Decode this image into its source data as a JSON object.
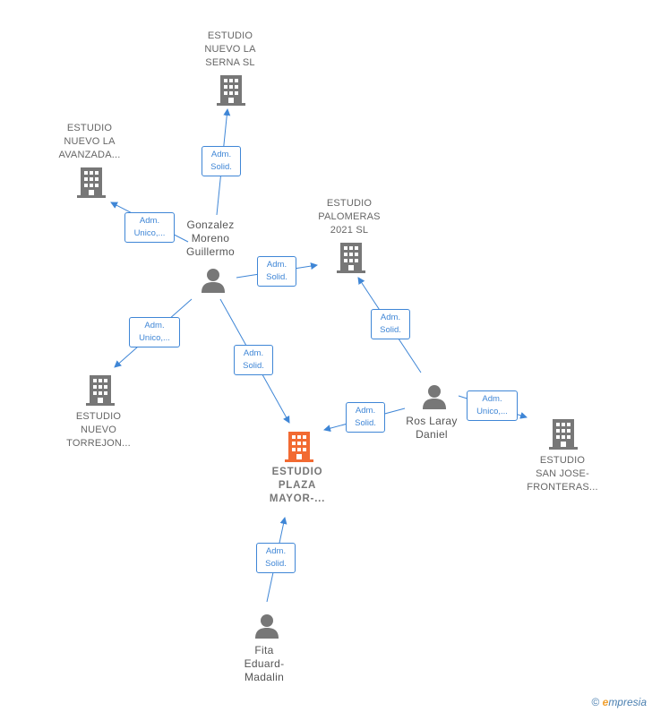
{
  "companies": {
    "serna": "ESTUDIO\nNUEVO LA\nSERNA  SL",
    "avanzada": "ESTUDIO\nNUEVO LA\nAVANZADA...",
    "palomeras": "ESTUDIO\nPALOMERAS\n2021  SL",
    "torrejon": "ESTUDIO\nNUEVO\nTORREJON...",
    "plaza": "ESTUDIO\nPLAZA\nMAYOR-...",
    "sanjose": "ESTUDIO\nSAN JOSE-\nFRONTERAS..."
  },
  "people": {
    "gonzalez": "Gonzalez\nMoreno\nGuillermo",
    "ros": "Ros Laray\nDaniel",
    "fita": "Fita\nEduard-\nMadalin"
  },
  "roles": {
    "gonzalez_serna": "Adm.\nSolid.",
    "gonzalez_avanzada": "Adm.\nUnico,...",
    "gonzalez_palomeras": "Adm.\nSolid.",
    "gonzalez_torrejon": "Adm.\nUnico,...",
    "gonzalez_plaza": "Adm.\nSolid.",
    "ros_palomeras": "Adm.\nSolid.",
    "ros_plaza": "Adm.\nSolid.",
    "ros_sanjose": "Adm.\nUnico,...",
    "fita_plaza": "Adm.\nSolid."
  },
  "footer": {
    "copyright": "©",
    "brand_e": "e",
    "brand_rest": "mpresia"
  },
  "colors": {
    "edge": "#3f86d6",
    "icon": "#777777",
    "highlight": "#f26a32"
  }
}
